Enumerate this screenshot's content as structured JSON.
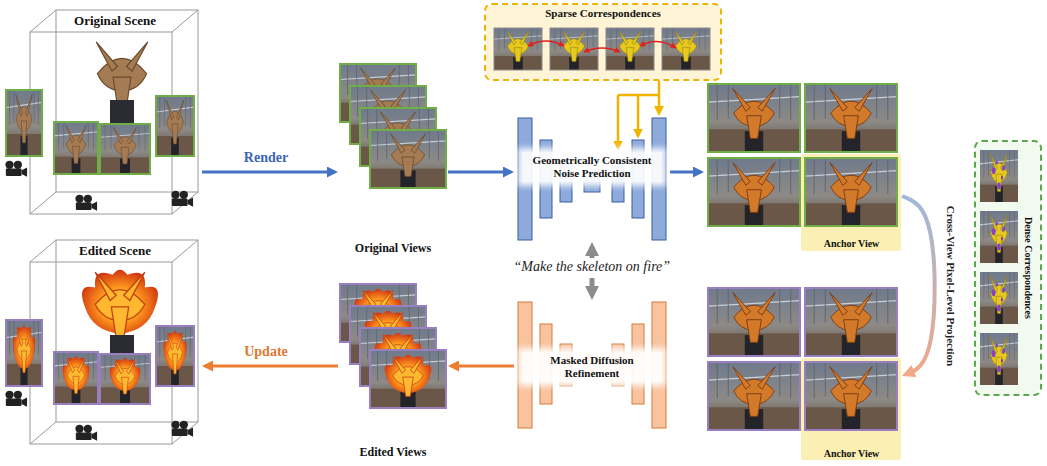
{
  "diagram": {
    "nodes": [
      {
        "text": [
          "Original Scene"
        ]
      },
      {
        "text": [
          "Original Views"
        ]
      },
      {
        "text": [
          "Sparse Correspondences"
        ]
      },
      {
        "text": [
          "Geometrically Consistent Noise Prediction"
        ]
      },
      {
        "text": [
          "Anchor View"
        ]
      },
      {
        "text": [
          "Dense Correspondences"
        ]
      },
      {
        "text": [
          "“Make the skeleton on fire”"
        ]
      },
      {
        "text": [
          "Anchor View"
        ]
      },
      {
        "text": [
          "Masked Diffusion Refinement"
        ]
      },
      {
        "text": [
          "Edited Views"
        ]
      },
      {
        "text": [
          "Edited Scene"
        ]
      }
    ],
    "edges": [
      {
        "from": 0,
        "to": 1,
        "label": "Render",
        "arrow": "to"
      },
      {
        "from": 1,
        "to": 3,
        "arrow": "to"
      },
      {
        "from": 2,
        "to": 3,
        "arrow": "to"
      },
      {
        "from": 3,
        "to": 4,
        "arrow": "to"
      },
      {
        "from": 4,
        "to": 7,
        "label": "Cross-View Pixel-Level Projection",
        "arrow": "to"
      },
      {
        "from": 6,
        "to": 3,
        "arrow": "to"
      },
      {
        "from": 6,
        "to": 8,
        "arrow": "to"
      },
      {
        "from": 8,
        "to": 9,
        "arrow": "to"
      },
      {
        "from": 9,
        "to": 10,
        "label": "Update",
        "arrow": "to"
      }
    ]
  }
}
